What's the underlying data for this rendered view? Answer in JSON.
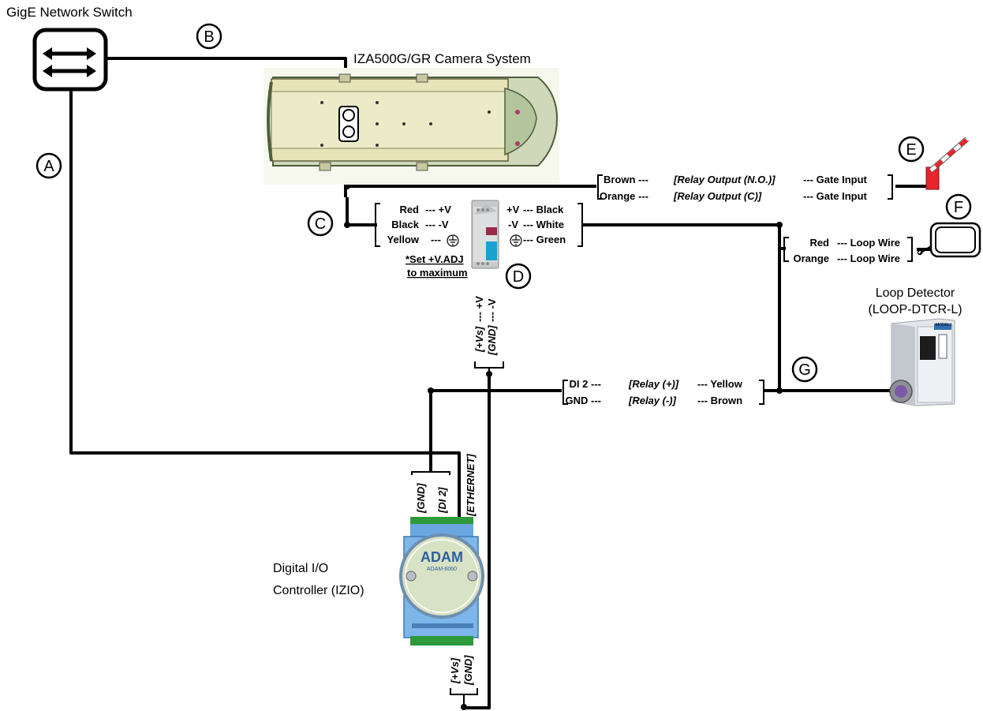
{
  "titles": {
    "switch": "GigE Network Switch",
    "camera": "IZA500G/GR Camera System",
    "loop_detector_1": "Loop Detector",
    "loop_detector_2": "(LOOP-DTCR-L)",
    "io_controller_1": "Digital I/O",
    "io_controller_2": "Controller (IZIO)"
  },
  "callouts": [
    "A",
    "B",
    "C",
    "D",
    "E",
    "F",
    "G"
  ],
  "power_supply": {
    "left": [
      {
        "color": "Red",
        "sig": "--- +V"
      },
      {
        "color": "Black",
        "sig": "--- -V"
      },
      {
        "color": "Yellow",
        "sig": "---"
      }
    ],
    "right": [
      {
        "sig": "+V",
        "color": "--- Black"
      },
      {
        "sig": "-V",
        "color": "--- White"
      },
      {
        "sig": "",
        "color": "--- Green"
      }
    ],
    "note_1": "*Set +V.ADJ",
    "note_2": "to maximum",
    "out_plus": "--- +V",
    "out_minus": "--- -V",
    "in_vs": "[+Vs]",
    "in_gnd": "[GND]"
  },
  "gate": [
    {
      "color": "Brown ---",
      "relay": "[Relay Output (N.O.)]",
      "dest": "--- Gate Input"
    },
    {
      "color": "Orange ---",
      "relay": "[Relay Output (C)]",
      "dest": "--- Gate Input"
    }
  ],
  "loop_wire": [
    {
      "color": "Red",
      "dest": "--- Loop Wire"
    },
    {
      "color": "Orange",
      "dest": "--- Loop Wire"
    }
  ],
  "relay": [
    {
      "di": "DI 2 ---",
      "relay": "[Relay (+)]",
      "color": "--- Yellow"
    },
    {
      "di": "GND ---",
      "relay": "[Relay (-)]",
      "color": "--- Brown"
    }
  ],
  "controller_ports": {
    "gnd": "[GND]",
    "di2": "[DI 2]",
    "ethernet": "[ETHERNET]",
    "vs": "[+Vs]",
    "gnd2": "[GND]"
  },
  "device_text": {
    "adam": "ADAM",
    "adam_model": "ADAM-6060",
    "loop_model": "MODEL L"
  }
}
